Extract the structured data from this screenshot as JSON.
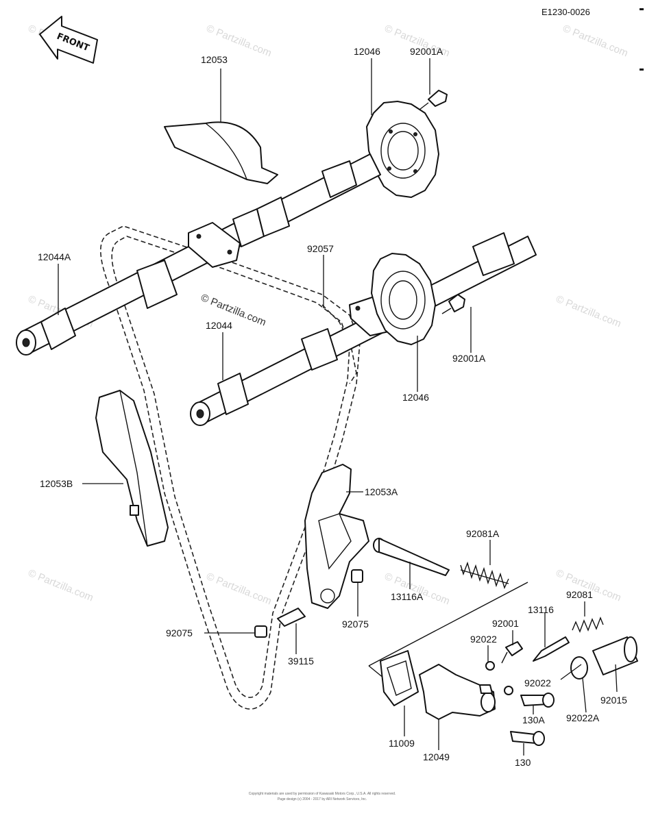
{
  "diagram_code": "E1230-0026",
  "front_arrow_label": "FRONT",
  "watermark": "© Partzilla.com",
  "copyright_lines": [
    "Copyright materials are used by permission of Kawasaki Motors Corp., U.S.A.  All rights reserved.",
    "Page design (c) 2004 - 2017 by ARI Network Services, Inc."
  ],
  "part_labels": {
    "p12053": "12053",
    "p12046_top": "12046",
    "p92001A_top": "92001A",
    "p12044A": "12044A",
    "p92057": "92057",
    "p12044": "12044",
    "p92001A_right": "92001A",
    "p12046_right": "12046",
    "p12053B": "12053B",
    "p12053A": "12053A",
    "p92081A": "92081A",
    "p13116A": "13116A",
    "p92075_left": "92075",
    "p92075_right": "92075",
    "p39115": "39115",
    "p92001": "92001",
    "p13116": "13116",
    "p92081": "92081",
    "p92022_top": "92022",
    "p92022_right": "92022",
    "p130A": "130A",
    "p92022A": "92022A",
    "p92015": "92015",
    "p11009": "11009",
    "p12049": "12049",
    "p130": "130"
  }
}
